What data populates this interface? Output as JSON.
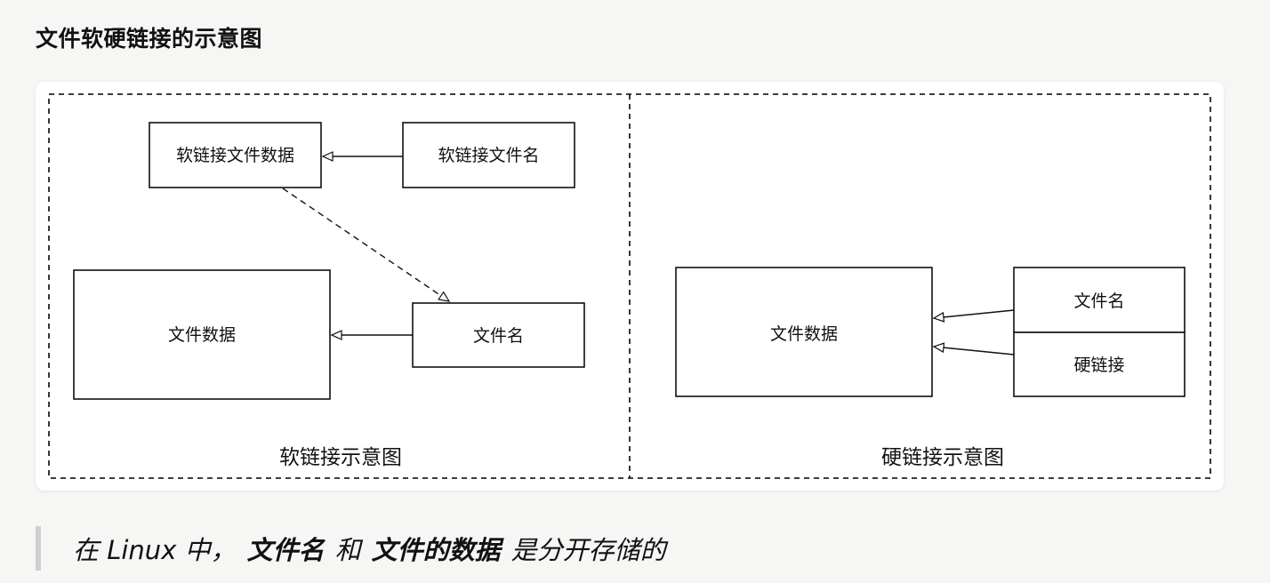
{
  "page_title": "文件软硬链接的示意图",
  "diagram": {
    "soft": {
      "caption": "软链接示意图",
      "box_soft_data": "软链接文件数据",
      "box_soft_name": "软链接文件名",
      "box_file_data": "文件数据",
      "box_file_name": "文件名"
    },
    "hard": {
      "caption": "硬链接示意图",
      "box_file_data": "文件数据",
      "box_file_name": "文件名",
      "box_hard_link": "硬链接"
    }
  },
  "quote": {
    "part1": "在 Linux 中，",
    "part2": "文件名",
    "part3": "和",
    "part4": "文件的数据",
    "part5": "是分开存储的"
  }
}
